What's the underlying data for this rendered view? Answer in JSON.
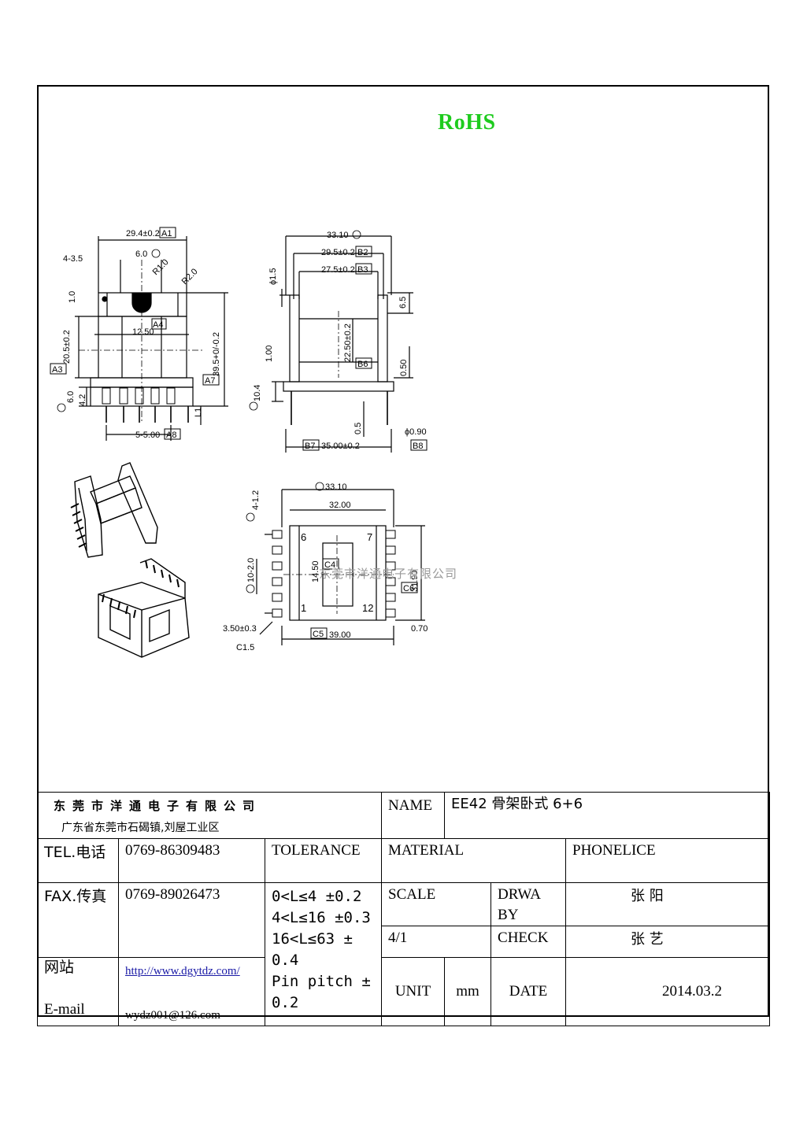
{
  "header": {
    "rohs": "RoHS"
  },
  "drawing": {
    "front": {
      "dim_top": "29.4±0.2",
      "datum_top": "A1",
      "dim_slot": "6.0",
      "dim_pin": "4-3.5",
      "r1": "R1.0",
      "r2": "R2.0",
      "dim_1": "1.0",
      "datum_a4": "A4",
      "dim_1250": "12.50",
      "dim_205": "20.5±0.2",
      "datum_a3": "A3",
      "dim_395": "39.5+0/-0.2",
      "datum_a7": "A7",
      "dim_60": "6.0",
      "dim_42": "4.2",
      "dim_l1": "L1",
      "dim_pitch": "5-5.00",
      "datum_a8": "A8"
    },
    "side": {
      "dim_3310": "33.10",
      "dim_295": "29.5±0.2",
      "datum_b2": "B2",
      "dim_275": "27.5±0.2",
      "datum_b3": "B3",
      "dim_15": "ϕ1.5",
      "dim_65": "6.5",
      "dim_225": "22.50±0.2",
      "datum_b6": "B6",
      "dim_100": "1.00",
      "dim_050": "0.50",
      "dim_104": "10.4",
      "dim_05": "0.5",
      "dim_090": "ϕ0.90",
      "datum_b8": "B8",
      "datum_b7": "B7",
      "dim_350": "35.00±0.2"
    },
    "bottom": {
      "dim_3310": "33.10",
      "dim_3200": "32.00",
      "dim_412": "4-1.2",
      "pin6": "6",
      "pin7": "7",
      "datum_c4": "C4",
      "dim_1450": "14.50",
      "dim_1020": "10-2.0",
      "datum_c6": "C6",
      "dim_3190": "31.90",
      "pin1": "1",
      "pin12": "12",
      "dim_350": "3.50±0.3",
      "dim_c15": "C1.5",
      "datum_c5": "C5",
      "dim_3900": "39.00",
      "dim_070": "0.70"
    }
  },
  "watermark": "东莞市洋通电子有限公司",
  "title_block": {
    "company": "东莞市洋通电子有限公司",
    "address": "广东省东莞市石碣镇,刘屋工业区",
    "name_label": "NAME",
    "name_value": "EE42 骨架卧式 6+6",
    "tel_label": "TEL.电话",
    "tel_value": "0769-86309483",
    "tolerance_label": "TOLERANCE",
    "material_label": "MATERIAL",
    "phonelice_label": "PHONELICE",
    "fax_label": "FAX.传真",
    "fax_value": "0769-89026473",
    "tol_lines": [
      "0<L≤4  ±0.2",
      "4<L≤16 ±0.3",
      "16<L≤63 ±",
      "0.4",
      "Pin pitch ±",
      "0.2"
    ],
    "scale_label": "SCALE",
    "drawn_label": "DRWA BY",
    "drawn_value": "张 阳",
    "scale_value": "4/1",
    "check_label": "CHECK",
    "check_value": "张 艺",
    "web_label": "网站",
    "email_label": "E-mail",
    "web_value": "http://www.dgytdz.com/",
    "email_value": "wydz001@126.com",
    "unit_label": "UNIT",
    "unit_value": "mm",
    "date_label": "DATE",
    "date_value": "2014.03.2"
  }
}
